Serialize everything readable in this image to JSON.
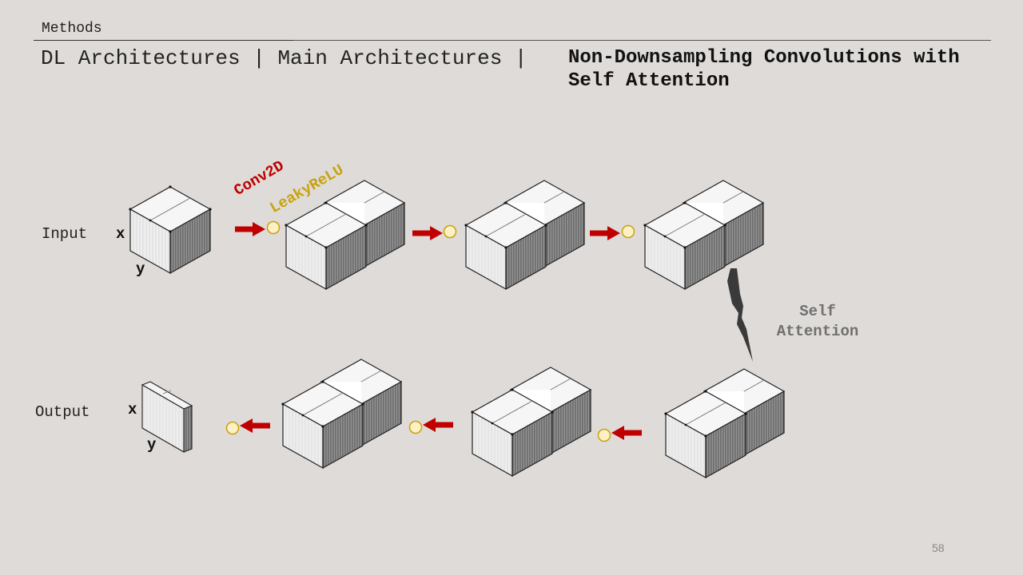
{
  "header": {
    "section": "Methods",
    "breadcrumb": "DL Architectures | Main Architectures |",
    "title_line1": "Non-Downsampling Convolutions with",
    "title_line2": "Self Attention"
  },
  "diagram": {
    "input_label": "Input",
    "output_label": "Output",
    "axis_x": "x",
    "axis_y": "y",
    "operation_conv": "Conv2D",
    "operation_activation": "LeakyReLU",
    "attention_label_line1": "Self",
    "attention_label_line2": "Attention",
    "colors": {
      "arrow": "#c00000",
      "node_fill": "#fdf0c4",
      "node_stroke": "#c9a20c",
      "conv_text": "#c00000",
      "activation_text": "#c9a20c",
      "attention_text": "#707070",
      "lightning": "#3a3a3a"
    },
    "top_row_blocks": 3,
    "bottom_row_blocks": 3
  },
  "footer": {
    "page_number": "58"
  }
}
